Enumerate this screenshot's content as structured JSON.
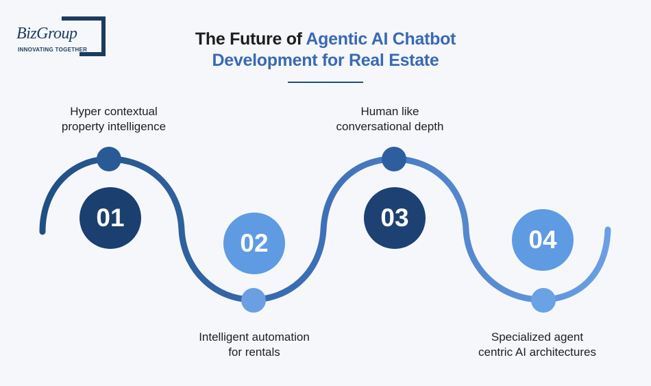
{
  "logo": {
    "name": "BizGroup",
    "tagline": "INNOVATING TOGETHER"
  },
  "title": {
    "part1": "The Future of ",
    "accent_line1": "Agentic AI Chatbot",
    "accent_line2": "Development for Real Estate"
  },
  "steps": [
    {
      "number": "01",
      "label_line1": "Hyper contextual",
      "label_line2": "property intelligence"
    },
    {
      "number": "02",
      "label_line1": "Intelligent automation",
      "label_line2": "for rentals"
    },
    {
      "number": "03",
      "label_line1": "Human like",
      "label_line2": "conversational depth"
    },
    {
      "number": "04",
      "label_line1": "Specialized agent",
      "label_line2": "centric AI architectures"
    }
  ],
  "colors": {
    "background": "#f5f7fa",
    "dark_navy": "#1f4f82",
    "mid_blue": "#3a69b3",
    "light_blue": "#5d95dc",
    "number_dark": "#1b3f6e",
    "number_light": "#5f9be3"
  }
}
